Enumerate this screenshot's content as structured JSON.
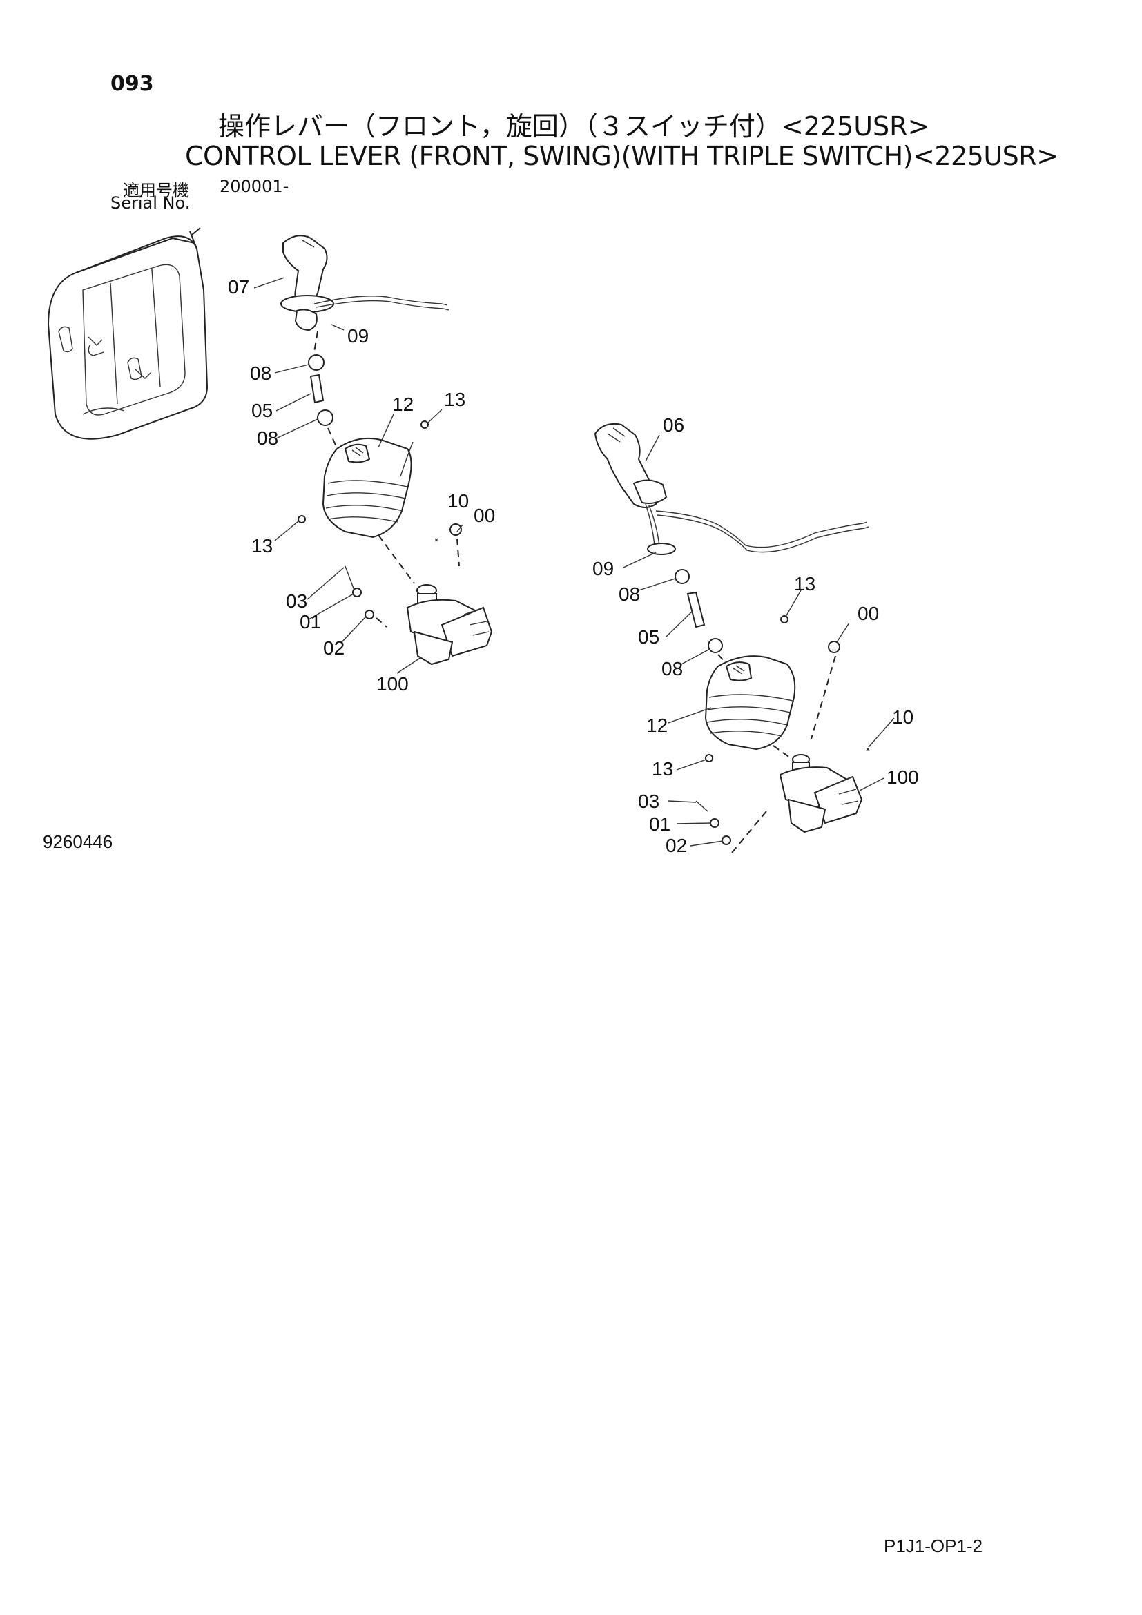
{
  "header": {
    "page_number": "093",
    "title_ja": "操作レバー（フロント，旋回）（３スイッチ付）<225USR>",
    "title_en": "CONTROL LEVER (FRONT, SWING)(WITH TRIPLE SWITCH)<225USR>",
    "serial_label_ja": "適用号機",
    "serial_label_en": "Serial No.",
    "serial_value": "200001-"
  },
  "figure_number": "9260446",
  "page_code": "P1J1-OP1-2",
  "callouts_left": {
    "c07": "07",
    "c09": "09",
    "c08a": "08",
    "c05": "05",
    "c08b": "08",
    "c12": "12",
    "c13a": "13",
    "c13b": "13",
    "c10": "10",
    "c00": "00",
    "c03": "03",
    "c01": "01",
    "c02": "02",
    "c100": "100"
  },
  "callouts_right": {
    "c06": "06",
    "c09": "09",
    "c08a": "08",
    "c13a": "13",
    "c00": "00",
    "c05": "05",
    "c08b": "08",
    "c12": "12",
    "c10": "10",
    "c13b": "13",
    "c100": "100",
    "c03": "03",
    "c01": "01",
    "c02": "02"
  }
}
